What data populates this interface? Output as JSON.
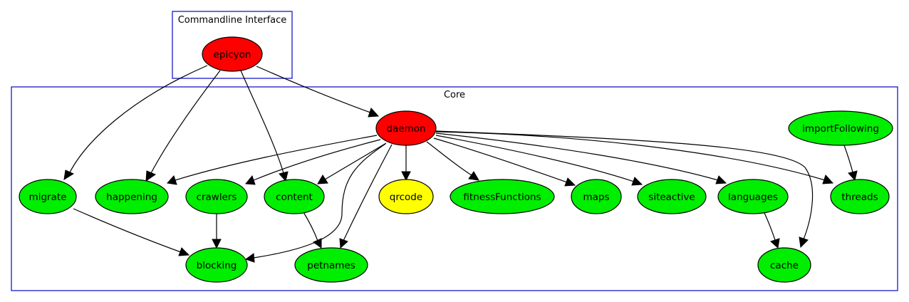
{
  "colors": {
    "background": "#ffffff",
    "cluster_border": "#1a1acc",
    "node_red": "#ff0000",
    "node_green": "#00ee00",
    "node_yellow": "#ffff00",
    "edge": "#000000"
  },
  "clusters": {
    "cli": {
      "label": "Commandline Interface"
    },
    "core": {
      "label": "Core"
    }
  },
  "nodes": {
    "epicyon": {
      "label": "epicyon",
      "color": "#ff0000"
    },
    "daemon": {
      "label": "daemon",
      "color": "#ff0000"
    },
    "importFollowing": {
      "label": "importFollowing",
      "color": "#00ee00"
    },
    "migrate": {
      "label": "migrate",
      "color": "#00ee00"
    },
    "happening": {
      "label": "happening",
      "color": "#00ee00"
    },
    "crawlers": {
      "label": "crawlers",
      "color": "#00ee00"
    },
    "content": {
      "label": "content",
      "color": "#00ee00"
    },
    "qrcode": {
      "label": "qrcode",
      "color": "#ffff00"
    },
    "fitnessFunctions": {
      "label": "fitnessFunctions",
      "color": "#00ee00"
    },
    "maps": {
      "label": "maps",
      "color": "#00ee00"
    },
    "siteactive": {
      "label": "siteactive",
      "color": "#00ee00"
    },
    "languages": {
      "label": "languages",
      "color": "#00ee00"
    },
    "threads": {
      "label": "threads",
      "color": "#00ee00"
    },
    "blocking": {
      "label": "blocking",
      "color": "#00ee00"
    },
    "petnames": {
      "label": "petnames",
      "color": "#00ee00"
    },
    "cache": {
      "label": "cache",
      "color": "#00ee00"
    }
  },
  "edges": [
    {
      "from": "epicyon",
      "to": "migrate"
    },
    {
      "from": "epicyon",
      "to": "happening"
    },
    {
      "from": "epicyon",
      "to": "content"
    },
    {
      "from": "epicyon",
      "to": "daemon"
    },
    {
      "from": "daemon",
      "to": "happening"
    },
    {
      "from": "daemon",
      "to": "crawlers"
    },
    {
      "from": "daemon",
      "to": "content"
    },
    {
      "from": "daemon",
      "to": "blocking"
    },
    {
      "from": "daemon",
      "to": "petnames"
    },
    {
      "from": "daemon",
      "to": "qrcode"
    },
    {
      "from": "daemon",
      "to": "fitnessFunctions"
    },
    {
      "from": "daemon",
      "to": "maps"
    },
    {
      "from": "daemon",
      "to": "siteactive"
    },
    {
      "from": "daemon",
      "to": "languages"
    },
    {
      "from": "daemon",
      "to": "threads"
    },
    {
      "from": "daemon",
      "to": "cache"
    },
    {
      "from": "importFollowing",
      "to": "threads"
    },
    {
      "from": "migrate",
      "to": "blocking"
    },
    {
      "from": "crawlers",
      "to": "blocking"
    },
    {
      "from": "content",
      "to": "petnames"
    },
    {
      "from": "languages",
      "to": "cache"
    }
  ]
}
